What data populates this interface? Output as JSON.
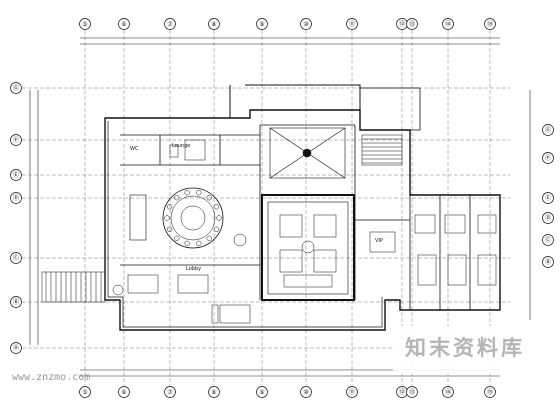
{
  "grid": {
    "top_columns": [
      "⑤",
      "⑥",
      "⑦",
      "⑧",
      "⑨",
      "⑩",
      "⑪",
      "⑫",
      "⑬",
      "⑭",
      "⑮"
    ],
    "bottom_columns": [
      "⑤",
      "⑥",
      "⑦",
      "⑧",
      "⑨",
      "⑩",
      "⑪",
      "⑫",
      "⑬",
      "⑭",
      "⑮"
    ],
    "left_rows": [
      "Ⓖ",
      "Ⓕ",
      "Ⓔ",
      "Ⓓ",
      "Ⓒ",
      "Ⓑ",
      "Ⓐ"
    ],
    "right_rows": [
      "Ⓖ",
      "Ⓕ",
      "Ⓔ",
      "Ⓓ",
      "Ⓒ",
      "Ⓑ"
    ]
  },
  "rooms": {
    "lounge": "Lounge",
    "wc": "WC",
    "vip": "VIP",
    "lobby": "Lobby"
  },
  "watermark": {
    "brand": "知末资料库",
    "url": "www.znzmo.com"
  }
}
